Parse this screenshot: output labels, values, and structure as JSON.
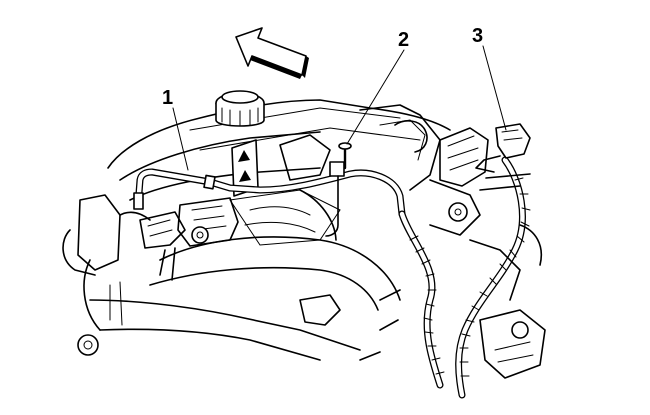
{
  "callouts": [
    {
      "id": "1",
      "label": "1"
    },
    {
      "id": "2",
      "label": "2"
    },
    {
      "id": "3",
      "label": "3"
    }
  ],
  "icons": {
    "direction": "front-direction-arrow-icon",
    "oil_cap": "oil-filler-cap-icon",
    "warning": "warning-label-icon"
  },
  "colors": {
    "line": "#000000",
    "background": "#ffffff"
  }
}
